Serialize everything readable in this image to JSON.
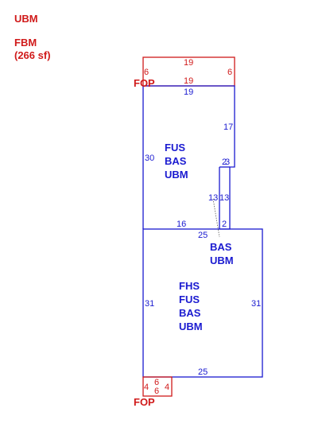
{
  "legend": {
    "line1": "UBM",
    "line2": "FBM",
    "line3": "(266 sf)"
  },
  "colors": {
    "blue": "#1a1ad0",
    "red": "#d01a1a"
  },
  "labels": {
    "upper_area": [
      "FUS",
      "BAS",
      "UBM"
    ],
    "lower_right": [
      "BAS",
      "UBM"
    ],
    "lower_area": [
      "FHS",
      "FUS",
      "BAS",
      "UBM"
    ],
    "top_porch": "FOP",
    "bottom_porch": "FOP"
  },
  "dims": {
    "top_porch_top": "19",
    "top_porch_left": "6",
    "top_porch_right": "6",
    "top_porch_bottom": "19",
    "upper_top": "19",
    "upper_left": "30",
    "upper_right": "17",
    "notch_a": "2",
    "notch_b": "3",
    "stem_left": "13",
    "stem_right": "13",
    "upper_bottom": "16",
    "stem_bottom": "2",
    "lower_top": "25",
    "lower_left": "31",
    "lower_right": "31",
    "lower_bottom": "25",
    "bottom_porch_left": "4",
    "bottom_porch_mid_top": "6",
    "bottom_porch_mid_bottom": "6",
    "bottom_porch_right": "4"
  }
}
